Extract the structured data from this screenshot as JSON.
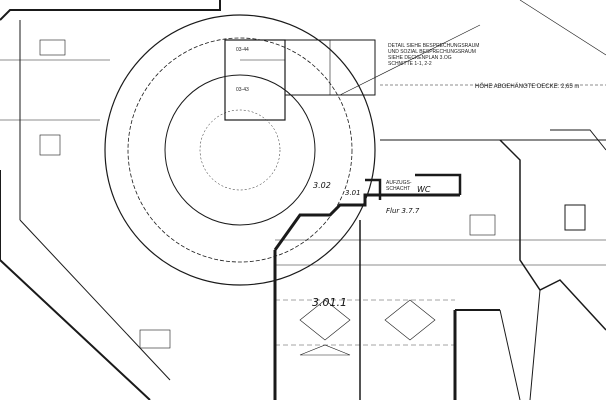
{
  "notes": {
    "ceiling_height": "HÖHE ABGEHÄNGTE DECKE: 2,65 m",
    "legend_lines": [
      "DETAIL SIEHE BESPRECHUNGSRAUM",
      "UND SOZIAL BESPRECHUNGSRAUM",
      "SIEHE DECKENPLAN 3.OG",
      "SCHNITTE 1-1, 2-2"
    ]
  },
  "rooms": {
    "room_3_01_1": "3.01.1",
    "room_3_02": "3.02",
    "room_3_01": "3.01",
    "corridor": "Flur 3.7.7",
    "wc": "WC",
    "elevator_shaft": "AUFZUGS- SCHACHT",
    "room_03_44": "03-44",
    "room_03_43": "03-43"
  },
  "colors": {
    "ink": "#1a1a1a",
    "paper": "#ffffff"
  }
}
